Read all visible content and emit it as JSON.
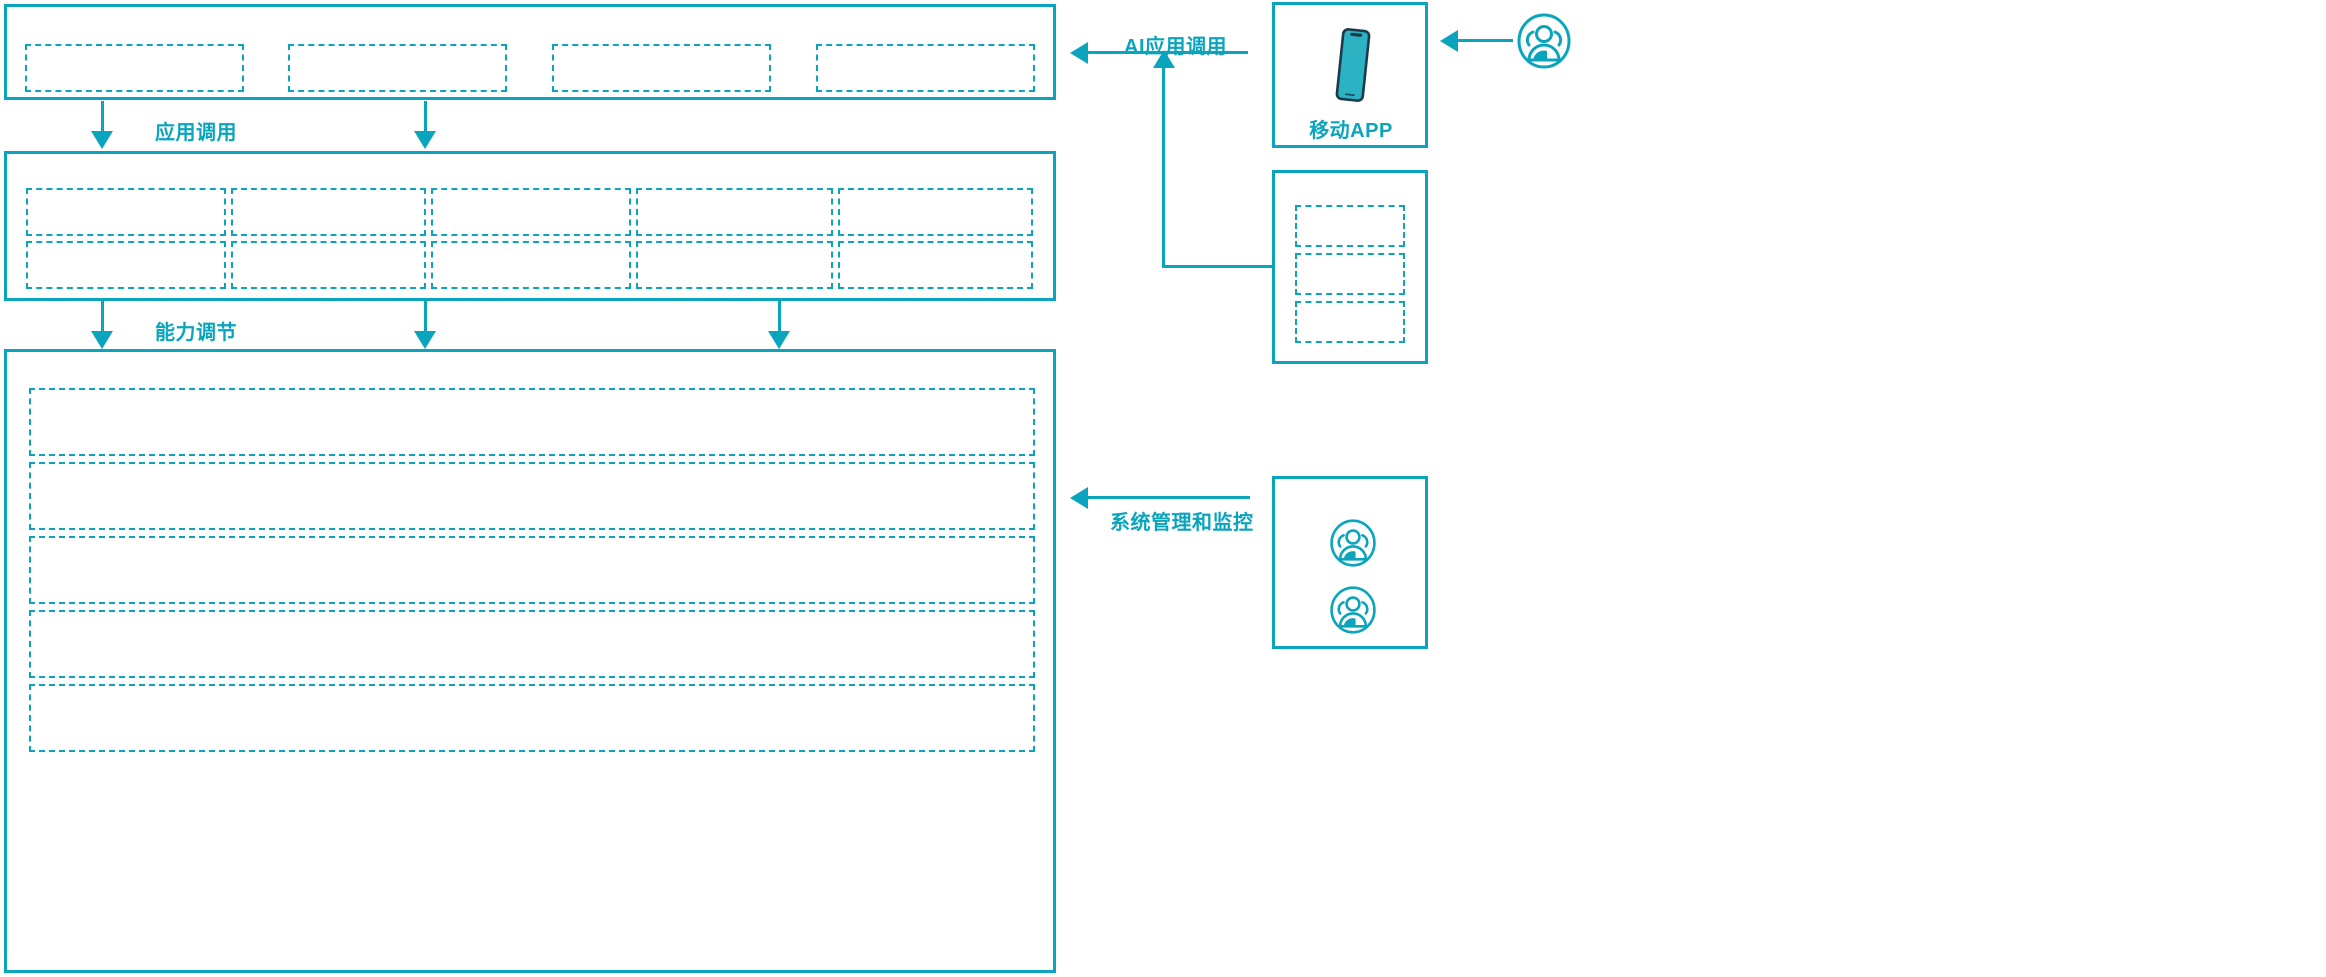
{
  "theme": {
    "accent": "#0aa5bd",
    "background": "#ffffff",
    "phone_body": "#2bb3c4",
    "phone_outline": "#1b3a4b"
  },
  "diagram": {
    "type": "layered-architecture",
    "layers": [
      {
        "id": "application-layer",
        "name": "application-layer-panel",
        "boxes": [
          {
            "label": ""
          },
          {
            "label": ""
          },
          {
            "label": ""
          },
          {
            "label": ""
          }
        ]
      },
      {
        "id": "capability-layer",
        "name": "capability-layer-panel",
        "rows": 2,
        "columns": 5,
        "boxes": [
          {
            "label": ""
          },
          {
            "label": ""
          },
          {
            "label": ""
          },
          {
            "label": ""
          },
          {
            "label": ""
          },
          {
            "label": ""
          },
          {
            "label": ""
          },
          {
            "label": ""
          },
          {
            "label": ""
          },
          {
            "label": ""
          }
        ]
      },
      {
        "id": "infrastructure-layer",
        "name": "infrastructure-layer-panel",
        "bars": [
          {
            "label": ""
          },
          {
            "label": ""
          },
          {
            "label": ""
          },
          {
            "label": ""
          },
          {
            "label": ""
          }
        ]
      }
    ],
    "flows": [
      {
        "id": "app-call",
        "label": "应用调用",
        "direction": "down"
      },
      {
        "id": "capability-tune",
        "label": "能力调节",
        "direction": "down"
      },
      {
        "id": "ai-app-call",
        "label": "AI应用调用",
        "direction": "left"
      },
      {
        "id": "sys-admin-monitor",
        "label": "系统管理和监控",
        "direction": "left"
      }
    ],
    "side_panels": [
      {
        "id": "mobile-app",
        "name": "mobile-app-panel",
        "label": "移动APP",
        "icon": "phone-icon"
      },
      {
        "id": "channel-panel",
        "name": "channel-panel",
        "label": "",
        "boxes": [
          {
            "label": ""
          },
          {
            "label": ""
          },
          {
            "label": ""
          }
        ]
      },
      {
        "id": "operations-panel",
        "name": "operations-panel",
        "label": "",
        "icons": [
          "users-icon",
          "users-icon"
        ]
      }
    ],
    "actors": [
      {
        "id": "end-user",
        "icon": "users-icon",
        "label": ""
      }
    ]
  }
}
